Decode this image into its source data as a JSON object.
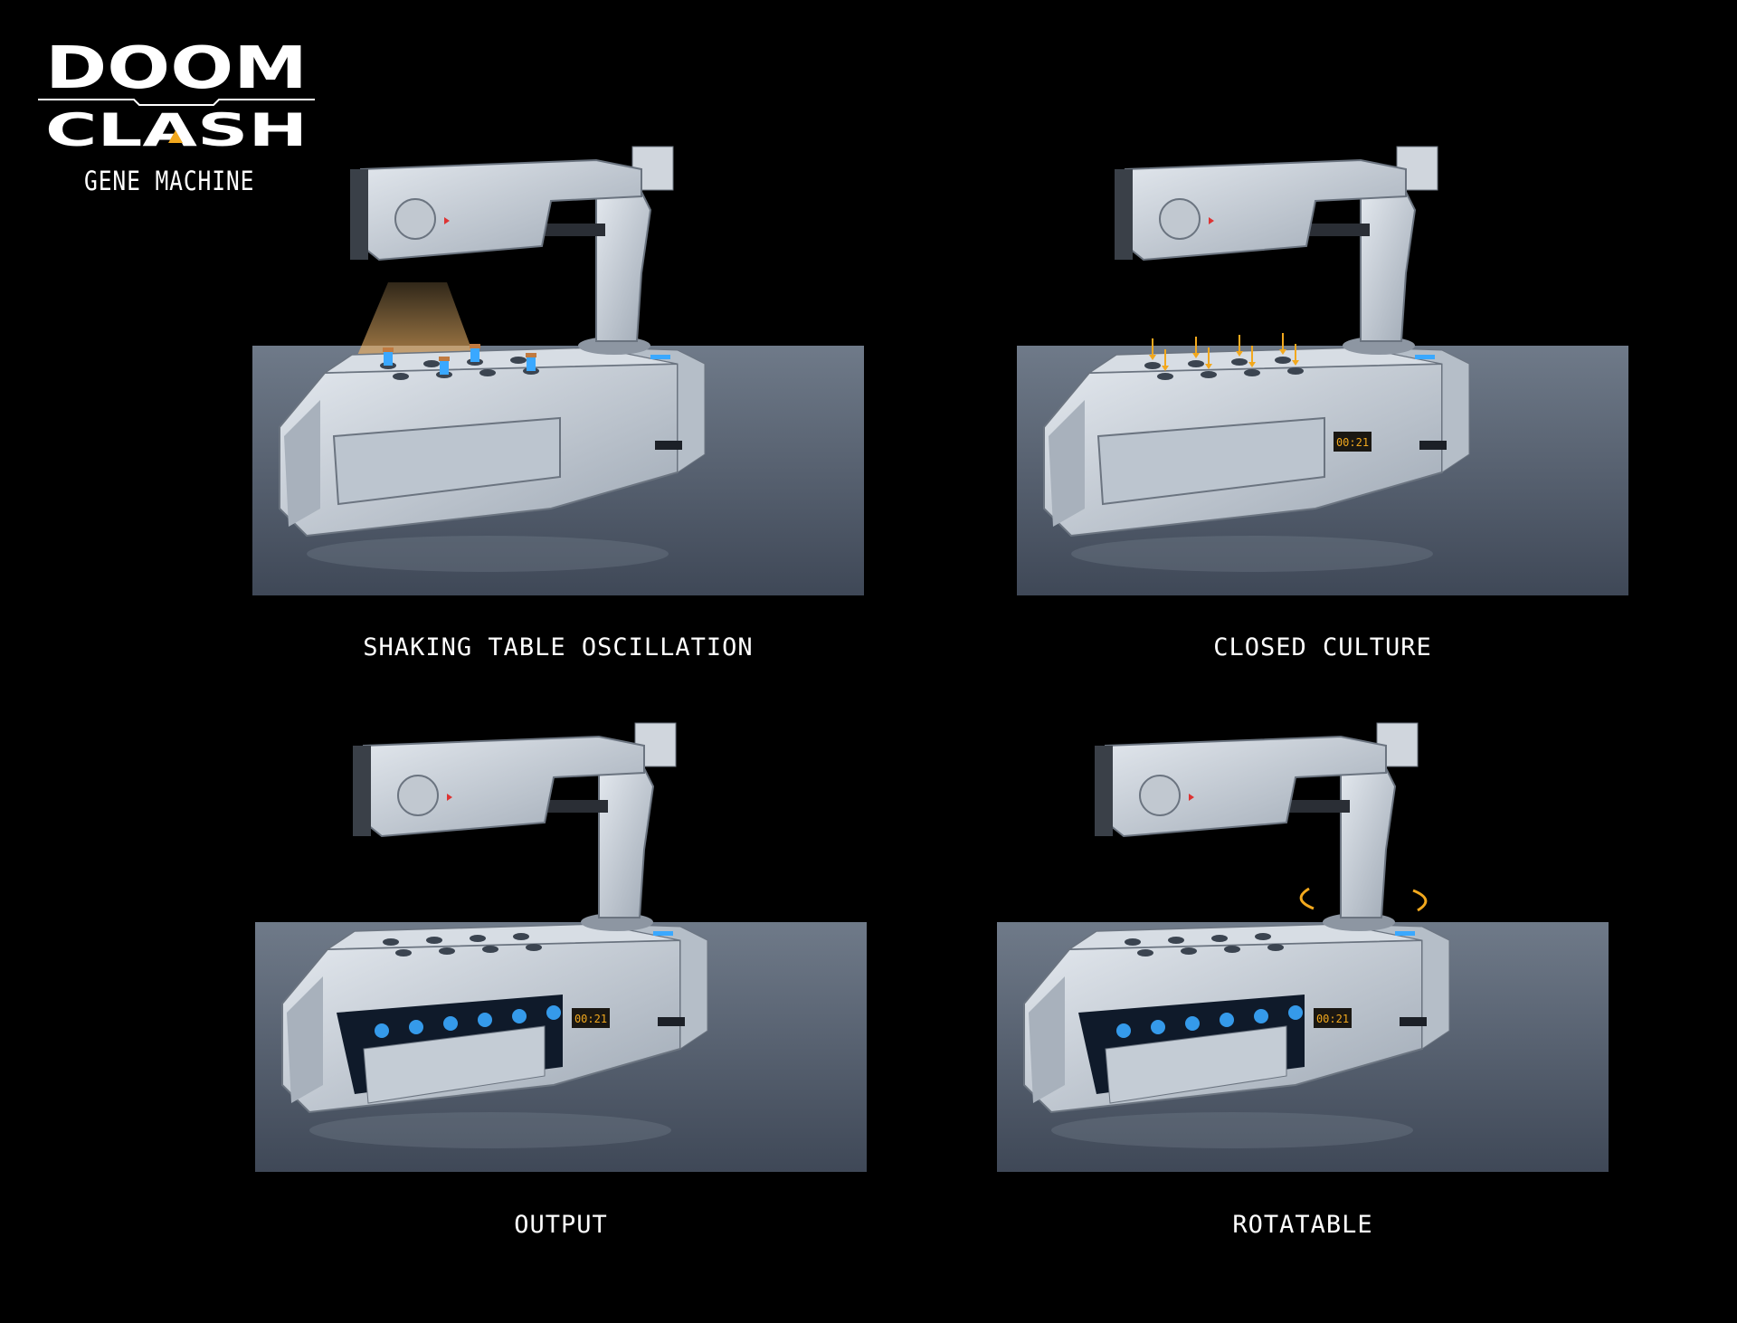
{
  "logo": {
    "line1": "DOOM",
    "line2": "CLASH",
    "accent": "#f2a81d"
  },
  "subtitle": "GENE MACHINE",
  "scenes": [
    {
      "caption": "SHAKING TABLE OSCILLATION",
      "variant": "light-beam"
    },
    {
      "caption": "CLOSED CULTURE",
      "variant": "arrows-down",
      "display": "00:21"
    },
    {
      "caption": "OUTPUT",
      "variant": "drawer-open",
      "display": "00:21"
    },
    {
      "caption": "ROTATABLE",
      "variant": "rotate-arrows",
      "display": "00:21"
    }
  ],
  "colors": {
    "background": "#000000",
    "floor": "#5d6878",
    "machine": "#c9d0d8",
    "glow": "#3aa8ff",
    "arrow": "#f2a81d"
  }
}
